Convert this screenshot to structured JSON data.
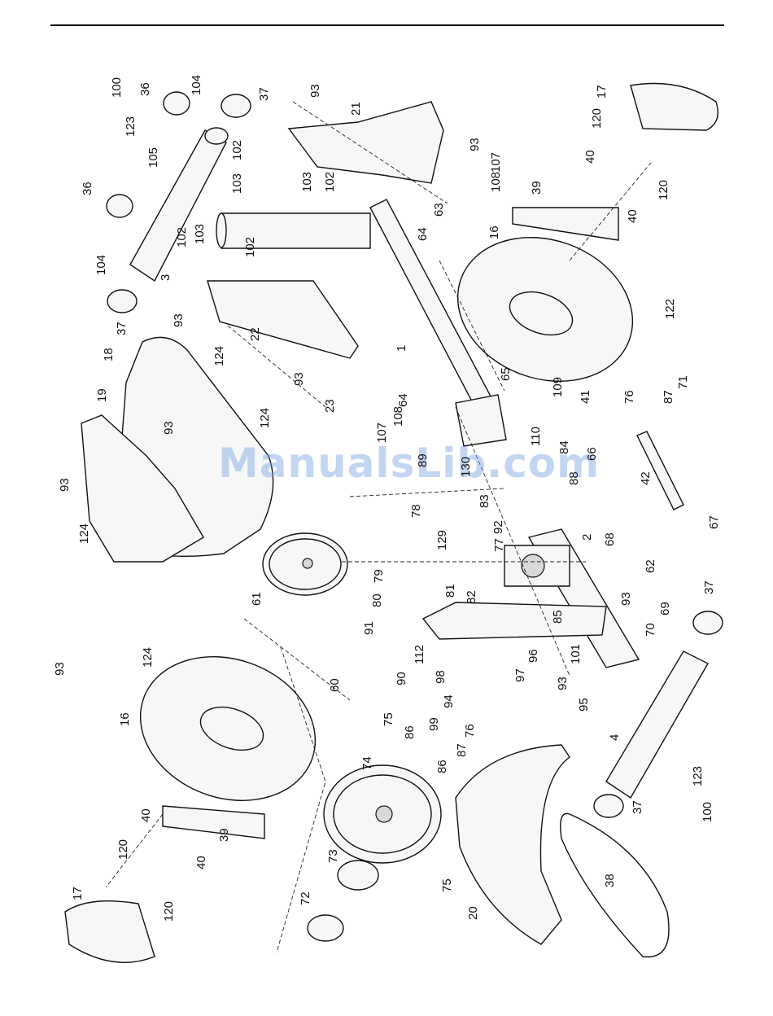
{
  "watermark": "ManualsLib.com",
  "callouts": [
    {
      "id": "c100a",
      "text": "100"
    },
    {
      "id": "c36a",
      "text": "36"
    },
    {
      "id": "c104a",
      "text": "104"
    },
    {
      "id": "c37a",
      "text": "37"
    },
    {
      "id": "c123a",
      "text": "123"
    },
    {
      "id": "c105",
      "text": "105"
    },
    {
      "id": "c36b",
      "text": "36"
    },
    {
      "id": "c104b",
      "text": "104"
    },
    {
      "id": "c3",
      "text": "3"
    },
    {
      "id": "c37b",
      "text": "37"
    },
    {
      "id": "c93a",
      "text": "93"
    },
    {
      "id": "c21",
      "text": "21"
    },
    {
      "id": "c93b",
      "text": "93"
    },
    {
      "id": "c102a",
      "text": "102"
    },
    {
      "id": "c103a",
      "text": "103"
    },
    {
      "id": "c103b",
      "text": "103"
    },
    {
      "id": "c102b",
      "text": "102"
    },
    {
      "id": "c102c",
      "text": "102"
    },
    {
      "id": "c103c",
      "text": "103"
    },
    {
      "id": "c102d",
      "text": "102"
    },
    {
      "id": "c107a",
      "text": "107"
    },
    {
      "id": "c108a",
      "text": "108"
    },
    {
      "id": "c63",
      "text": "63"
    },
    {
      "id": "c64a",
      "text": "64"
    },
    {
      "id": "c17a",
      "text": "17"
    },
    {
      "id": "c120a",
      "text": "120"
    },
    {
      "id": "c40a",
      "text": "40"
    },
    {
      "id": "c39a",
      "text": "39"
    },
    {
      "id": "c120b",
      "text": "120"
    },
    {
      "id": "c40b",
      "text": "40"
    },
    {
      "id": "c16a",
      "text": "16"
    },
    {
      "id": "c93c",
      "text": "93"
    },
    {
      "id": "c22",
      "text": "22"
    },
    {
      "id": "c1",
      "text": "1"
    },
    {
      "id": "c93d",
      "text": "93"
    },
    {
      "id": "c18",
      "text": "18"
    },
    {
      "id": "c124a",
      "text": "124"
    },
    {
      "id": "c122",
      "text": "122"
    },
    {
      "id": "c71",
      "text": "71"
    },
    {
      "id": "c87a",
      "text": "87"
    },
    {
      "id": "c76a",
      "text": "76"
    },
    {
      "id": "c41",
      "text": "41"
    },
    {
      "id": "c109",
      "text": "109"
    },
    {
      "id": "c65",
      "text": "65"
    },
    {
      "id": "c19",
      "text": "19"
    },
    {
      "id": "c93e",
      "text": "93"
    },
    {
      "id": "c124b",
      "text": "124"
    },
    {
      "id": "c23",
      "text": "23"
    },
    {
      "id": "c64b",
      "text": "64"
    },
    {
      "id": "c108b",
      "text": "108"
    },
    {
      "id": "c107b",
      "text": "107"
    },
    {
      "id": "c110",
      "text": "110"
    },
    {
      "id": "c84",
      "text": "84"
    },
    {
      "id": "c66",
      "text": "66"
    },
    {
      "id": "c93f",
      "text": "93"
    },
    {
      "id": "c89",
      "text": "89"
    },
    {
      "id": "c130",
      "text": "130"
    },
    {
      "id": "c88",
      "text": "88"
    },
    {
      "id": "c42",
      "text": "42"
    },
    {
      "id": "c67",
      "text": "67"
    },
    {
      "id": "c124c",
      "text": "124"
    },
    {
      "id": "c78",
      "text": "78"
    },
    {
      "id": "c83",
      "text": "83"
    },
    {
      "id": "c92",
      "text": "92"
    },
    {
      "id": "c2",
      "text": "2"
    },
    {
      "id": "c68",
      "text": "68"
    },
    {
      "id": "c61",
      "text": "61"
    },
    {
      "id": "c129",
      "text": "129"
    },
    {
      "id": "c77",
      "text": "77"
    },
    {
      "id": "c62",
      "text": "62"
    },
    {
      "id": "c79",
      "text": "79"
    },
    {
      "id": "c81",
      "text": "81"
    },
    {
      "id": "c80",
      "text": "80"
    },
    {
      "id": "c82",
      "text": "82"
    },
    {
      "id": "c85",
      "text": "85"
    },
    {
      "id": "c93g",
      "text": "93"
    },
    {
      "id": "c69",
      "text": "69"
    },
    {
      "id": "c37c",
      "text": "37"
    },
    {
      "id": "c91",
      "text": "91"
    },
    {
      "id": "c70",
      "text": "70"
    },
    {
      "id": "c93h",
      "text": "93"
    },
    {
      "id": "c124d",
      "text": "124"
    },
    {
      "id": "c112",
      "text": "112"
    },
    {
      "id": "c96",
      "text": "96"
    },
    {
      "id": "c101",
      "text": "101"
    },
    {
      "id": "c90",
      "text": "90"
    },
    {
      "id": "c98",
      "text": "98"
    },
    {
      "id": "c97",
      "text": "97"
    },
    {
      "id": "c60",
      "text": "60"
    },
    {
      "id": "c93i",
      "text": "93"
    },
    {
      "id": "c94",
      "text": "94"
    },
    {
      "id": "c95",
      "text": "95"
    },
    {
      "id": "c16b",
      "text": "16"
    },
    {
      "id": "c75a",
      "text": "75"
    },
    {
      "id": "c99",
      "text": "99"
    },
    {
      "id": "c86a",
      "text": "86"
    },
    {
      "id": "c76b",
      "text": "76"
    },
    {
      "id": "c4",
      "text": "4"
    },
    {
      "id": "c87b",
      "text": "87"
    },
    {
      "id": "c86b",
      "text": "86"
    },
    {
      "id": "c74",
      "text": "74"
    },
    {
      "id": "c123b",
      "text": "123"
    },
    {
      "id": "c37d",
      "text": "37"
    },
    {
      "id": "c100b",
      "text": "100"
    },
    {
      "id": "c40c",
      "text": "40"
    },
    {
      "id": "c39b",
      "text": "39"
    },
    {
      "id": "c120c",
      "text": "120"
    },
    {
      "id": "c73",
      "text": "73"
    },
    {
      "id": "c40d",
      "text": "40"
    },
    {
      "id": "c17b",
      "text": "17"
    },
    {
      "id": "c38",
      "text": "38"
    },
    {
      "id": "c72",
      "text": "72"
    },
    {
      "id": "c75b",
      "text": "75"
    },
    {
      "id": "c120d",
      "text": "120"
    },
    {
      "id": "c20",
      "text": "20"
    }
  ]
}
